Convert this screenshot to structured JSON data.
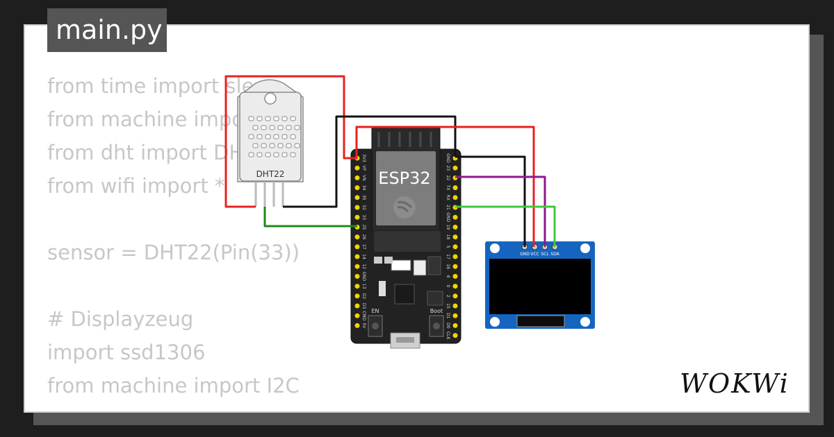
{
  "tab": {
    "filename": "main.py"
  },
  "code_lines": [
    "from time import sleep",
    "from machine import Pin",
    "from dht import DHT22",
    "from wifi import *",
    "",
    "sensor = DHT22(Pin(33))",
    "",
    "# Displayzeug",
    "import ssd1306",
    "from machine import I2C"
  ],
  "dht": {
    "label": "DHT22"
  },
  "esp32": {
    "label": "ESP32",
    "left_pins": [
      "3V3",
      "VP",
      "VN",
      "34",
      "35",
      "32",
      "33",
      "25",
      "26",
      "27",
      "14",
      "12",
      "GND",
      "13",
      "D2",
      "D3",
      "CMD",
      "5V"
    ],
    "right_pins": [
      "GND",
      "23",
      "22",
      "TX",
      "RX",
      "21",
      "GND",
      "19",
      "18",
      "5",
      "17",
      "16",
      "4",
      "0",
      "2",
      "15",
      "D1",
      "D0",
      "CLK"
    ],
    "en_label": "EN",
    "boot_label": "Boot"
  },
  "oled": {
    "pins": [
      "GND",
      "VCC",
      "SCL",
      "SDA"
    ]
  },
  "brand": {
    "logo": "WOKWi"
  },
  "colors": {
    "red_wire": "#e8211f",
    "black_wire": "#111111",
    "green_wire_dark": "#1b8a1b",
    "green_wire_light": "#3cc83c",
    "purple_wire": "#8b1a8b",
    "oled_blue": "#1565c0"
  }
}
